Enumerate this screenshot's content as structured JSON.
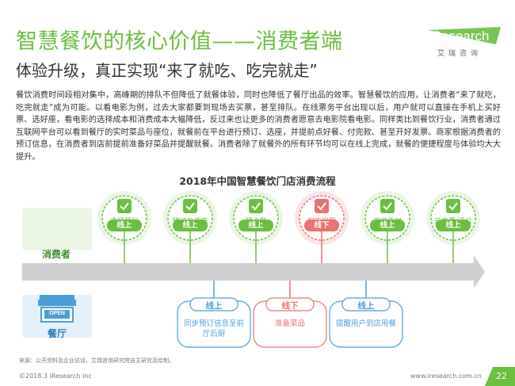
{
  "header": {
    "title": "智慧餐饮的核心价值——消费者端",
    "subtitle": "体验升级，真正实现“来了就吃、吃完就走”"
  },
  "logo": {
    "brand_i": "i",
    "brand_rest": "Research",
    "sub": "艾瑞咨询"
  },
  "body_text": "餐饮消费时间段相对集中，高峰期的排队不但降低了就餐体验，同时也降低了餐厅出品的效率。智慧餐饮的应用，让消费者“来了就吃，吃完就走”成为可能。以看电影为例，过去大家都要到现场去买票，甚至排队。在线票务平台出现以后，用户就可以直接在手机上买好票、选好座，看电影的选择成本和消费成本大幅降低，反过来也让更多的消费者愿意去电影院看电影。同样类比到餐饮行业，消费者通过互联网平台可以看到餐厅的实时菜品与座位，就餐前在平台进行预订、选座，并提前点好餐、付完款、甚至开好发票。商家根据消费者的预订信息，在消费者到店前提前准备好菜品并提醒就餐。消费者除了就餐外的所有环节均可以在线上完成，就餐的便捷程度与体验均大大提升。",
  "chart": {
    "title": "2018年中国智慧餐饮门店消费流程",
    "consumer_label": "消费者",
    "restaurant_label": "餐厅",
    "store_sign": "OPEN",
    "steps": [
      {
        "label": "选择餐厅",
        "tag": "线上",
        "icon": "storefront-icon"
      },
      {
        "label": "预订与选座",
        "tag": "线上",
        "icon": "checkmark-icon"
      },
      {
        "label": "预点餐",
        "tag": "线上",
        "icon": "edit-order-icon"
      },
      {
        "label": "到店用餐",
        "tag": "线下",
        "icon": "dining-icon"
      },
      {
        "label": "买单支付",
        "tag": "线上",
        "icon": "wallet-icon"
      },
      {
        "label": "开发票/评价",
        "tag": "线上",
        "icon": "thumbs-up-icon"
      }
    ],
    "restaurant_steps": [
      {
        "tag": "线上",
        "text": "同步预订信息至前厅后厨"
      },
      {
        "tag": "线下",
        "text": "准备菜品"
      },
      {
        "tag": "线上",
        "text": "提醒用户到店用餐"
      }
    ]
  },
  "footer": {
    "source": "来源：公开资料及企业访谈，艾瑞咨询研究院自主研究及绘制。",
    "copyright": "©2018.3 iResearch Inc",
    "website": "www.iresearch.com.cn",
    "page": "22"
  },
  "colors": {
    "green": "#6abf3f",
    "pink": "#e8736f",
    "blue": "#4a9fd8",
    "arrow_gray": "#c8c8c8"
  }
}
